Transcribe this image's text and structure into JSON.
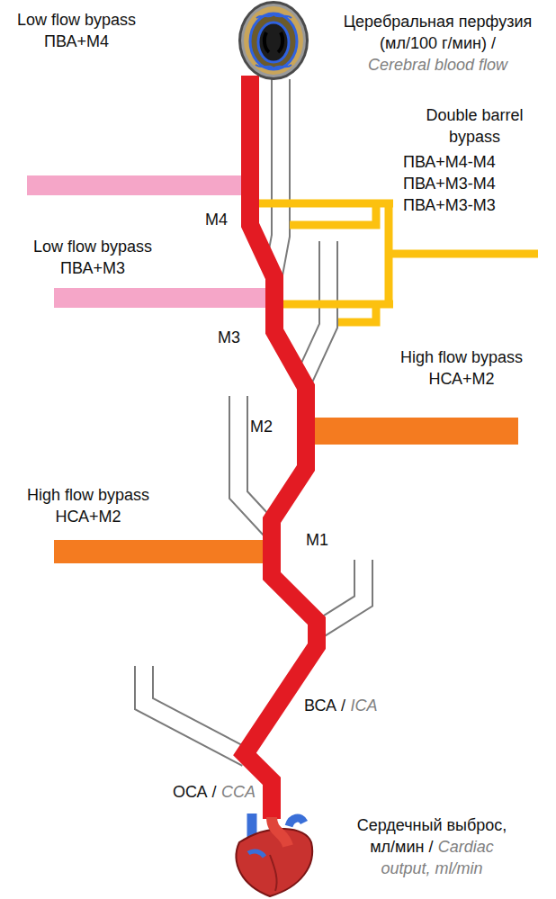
{
  "diagram": {
    "labels": [
      "Церебральная перфузия (мл/100 г/мин) /",
      "Cerebral blood flow",
      "Low flow bypass ПВА+М4",
      "Double barrel bypass",
      "ПВА+М4-М4",
      "ПВА+М3-М4",
      "ПВА+М3-М3",
      "M4",
      "Low flow bypass ПВА+М3",
      "M3",
      "High flow bypass НСА+М2",
      "M2",
      "High flow bypass НСА+М2",
      "M1",
      "ВСА /",
      "ICA",
      "ОСА /",
      "CCA",
      "Сердечный выброс, мл/мин /",
      "Cardiac output, ml/min"
    ]
  }
}
